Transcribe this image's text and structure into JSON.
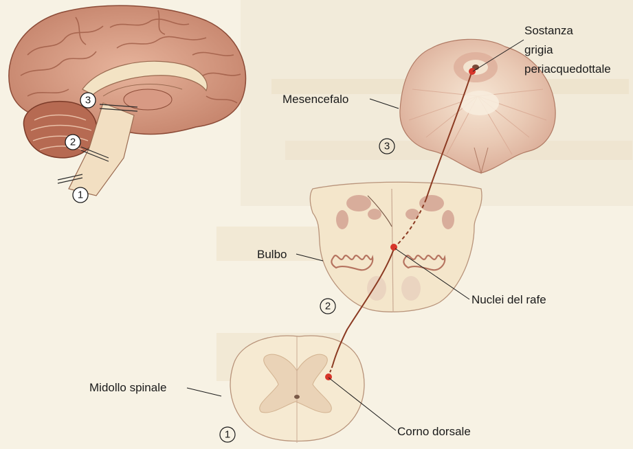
{
  "labels": {
    "sostanza_line1": "Sostanza",
    "sostanza_line2": "grigia",
    "sostanza_line3": "periacquedottale",
    "mesencefalo": "Mesencefalo",
    "bulbo": "Bulbo",
    "nuclei": "Nuclei del rafe",
    "midollo": "Midollo spinale",
    "corno": "Corno dorsale"
  },
  "numbers": {
    "brain_1": "1",
    "brain_2": "2",
    "brain_3": "3",
    "mesencefalo_num": "3",
    "bulbo_num": "2",
    "midollo_num": "1"
  },
  "colors": {
    "neuron": "#d7352a",
    "pathway": "#8b3a22",
    "tissue_light": "#f6ead2",
    "tissue_dark": "#c99a86",
    "background": "#f7f2e4"
  }
}
